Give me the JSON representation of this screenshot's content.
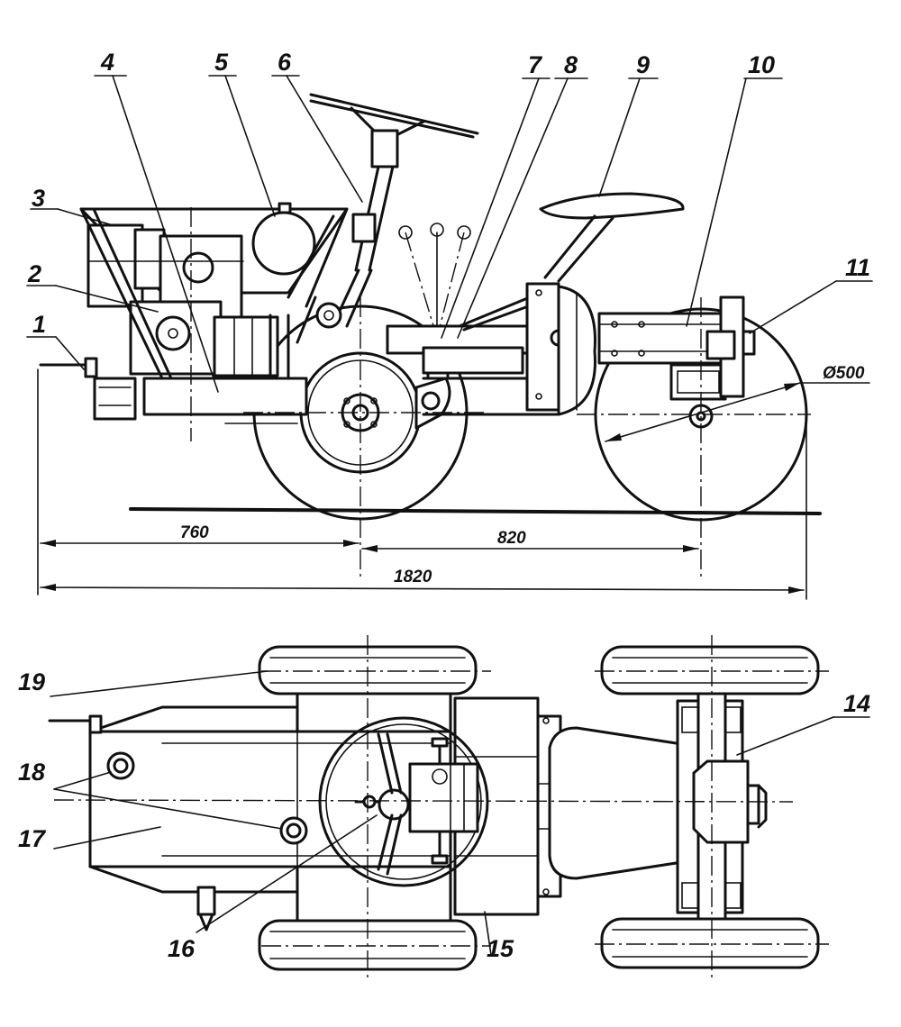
{
  "callouts": {
    "c1": "1",
    "c2": "2",
    "c3": "3",
    "c4": "4",
    "c5": "5",
    "c6": "6",
    "c7": "7",
    "c8": "8",
    "c9": "9",
    "c10": "10",
    "c11": "11",
    "c14": "14",
    "c15": "15",
    "c16": "16",
    "c17": "17",
    "c18": "18",
    "c19": "19"
  },
  "dimensions": {
    "front_overhang": "760",
    "wheelbase": "820",
    "overall_length": "1820",
    "wheel_diameter": "Ø500"
  }
}
